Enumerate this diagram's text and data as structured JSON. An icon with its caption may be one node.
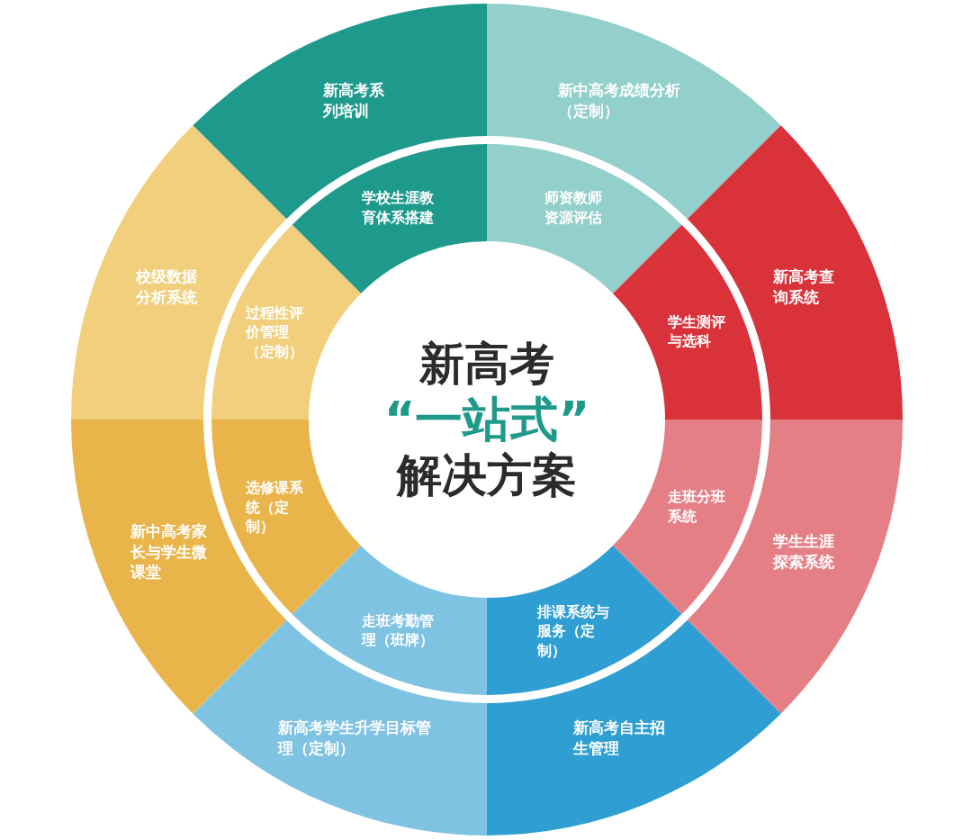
{
  "diagram": {
    "nodes": [
      {
        "text": [
          "新高考",
          "“一站式”",
          "解决方案"
        ]
      },
      {
        "text": [
          "新高考系列培训"
        ]
      },
      {
        "text": [
          "新中高考成绩分析（定制）"
        ]
      },
      {
        "text": [
          "新高考查询系统"
        ]
      },
      {
        "text": [
          "学生生涯探索系统"
        ]
      },
      {
        "text": [
          "新高考自主招生管理"
        ]
      },
      {
        "text": [
          "新高考学生升学目标管理（定制）"
        ]
      },
      {
        "text": [
          "新中高考家长与学生微课堂"
        ]
      },
      {
        "text": [
          "校级数据分析系统"
        ]
      },
      {
        "text": [
          "学校生涯教育体系搭建"
        ]
      },
      {
        "text": [
          "师资教师资源评估"
        ]
      },
      {
        "text": [
          "学生测评与选科"
        ]
      },
      {
        "text": [
          "走班分班系统"
        ]
      },
      {
        "text": [
          "排课系统与服务（定制）"
        ]
      },
      {
        "text": [
          "走班考勤管理（班牌）"
        ]
      },
      {
        "text": [
          "选修课系统（定制）"
        ]
      },
      {
        "text": [
          "过程性评价管理（定制）"
        ]
      }
    ]
  }
}
